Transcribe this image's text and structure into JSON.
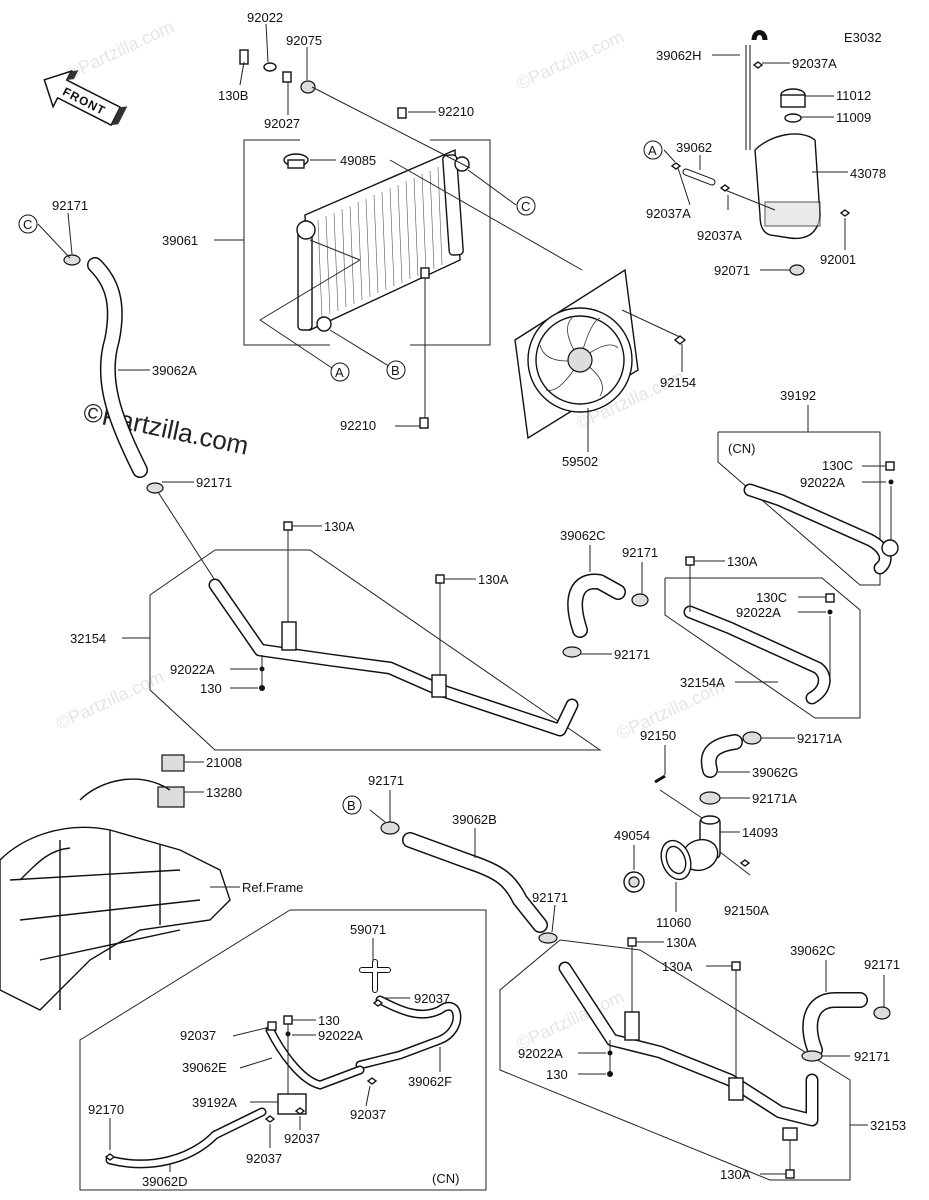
{
  "diagram_code": "E3032",
  "front_label": "FRONT",
  "watermark": "©Partzilla.com",
  "ref_frame": "Ref.Frame",
  "cn_label": "(CN)",
  "ref_letters": {
    "a": "A",
    "b": "B",
    "c": "C"
  },
  "callouts": {
    "p92022_top": "92022",
    "p92075": "92075",
    "p130B": "130B",
    "p92027": "92027",
    "p92210_top": "92210",
    "p49085": "49085",
    "p39061": "39061",
    "p92210_bot": "92210",
    "p59502": "59502",
    "p92154": "92154",
    "p39062H": "39062H",
    "p92037A_top": "92037A",
    "p11012": "11012",
    "p11009": "11009",
    "p39062": "39062",
    "p43078": "43078",
    "p92037A_l": "92037A",
    "p92037A_m": "92037A",
    "p92001": "92001",
    "p92071": "92071",
    "p92171_c": "92171",
    "p39062A": "39062A",
    "p92171_low": "92171",
    "p39192": "39192",
    "p130C_cn": "130C",
    "p92022A_cn": "92022A",
    "p130A_1": "130A",
    "p130A_2": "130A",
    "p32154": "32154",
    "p92022A_l": "92022A",
    "p130_l": "130",
    "p39062C_top": "39062C",
    "p92171_mid": "92171",
    "p92171_mid2": "92171",
    "p130A_r": "130A",
    "p130C_r": "130C",
    "p92022A_r": "92022A",
    "p32154A": "32154A",
    "p92171A_1": "92171A",
    "p92150": "92150",
    "p39062G": "39062G",
    "p92171A_2": "92171A",
    "p14093": "14093",
    "p49054": "49054",
    "p11060": "11060",
    "p92150A": "92150A",
    "p21008": "21008",
    "p13280": "13280",
    "p92171_b": "92171",
    "p39062B": "39062B",
    "p92171_b2": "92171",
    "p130A_b1": "130A",
    "p130A_b2": "130A",
    "p39062C_b": "39062C",
    "p92171_b3": "92171",
    "p92171_b4": "92171",
    "p92022A_b": "92022A",
    "p130_b": "130",
    "p32153": "32153",
    "p130A_b3": "130A",
    "p59071": "59071",
    "p92037_1": "92037",
    "p92037_2": "92037",
    "p130_cn": "130",
    "p92022A_cn2": "92022A",
    "p39062E": "39062E",
    "p39062F": "39062F",
    "p92170": "92170",
    "p39192A": "39192A",
    "p92037_3": "92037",
    "p92037_4": "92037",
    "p92037_5": "92037",
    "p39062D": "39062D"
  }
}
